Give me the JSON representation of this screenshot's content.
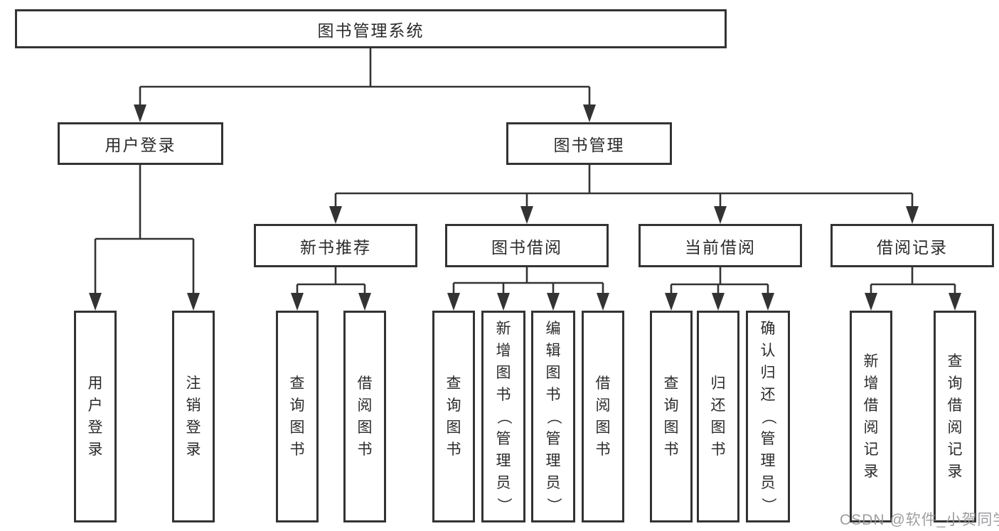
{
  "tree": {
    "label": "图书管理系统",
    "children": [
      {
        "label": "用户登录",
        "children": [
          {
            "label": "用户登录"
          },
          {
            "label": "注销登录"
          }
        ]
      },
      {
        "label": "图书管理",
        "children": [
          {
            "label": "新书推荐",
            "children": [
              {
                "label": "查询图书"
              },
              {
                "label": "借阅图书"
              }
            ]
          },
          {
            "label": "图书借阅",
            "children": [
              {
                "label": "查询图书"
              },
              {
                "label": "新增图书（管理员）"
              },
              {
                "label": "编辑图书（管理员）"
              },
              {
                "label": "借阅图书"
              }
            ]
          },
          {
            "label": "当前借阅",
            "children": [
              {
                "label": "查询图书"
              },
              {
                "label": "归还图书"
              },
              {
                "label": "确认归还（管理员）"
              }
            ]
          },
          {
            "label": "借阅记录",
            "children": [
              {
                "label": "新增借阅记录"
              },
              {
                "label": "查询借阅记录"
              }
            ]
          }
        ]
      }
    ]
  },
  "colors": {
    "line": "#333333",
    "text": "#2b2b2b",
    "watermark": "#949498"
  },
  "watermark": {
    "text": "CSDN @软件_小贺同学"
  }
}
